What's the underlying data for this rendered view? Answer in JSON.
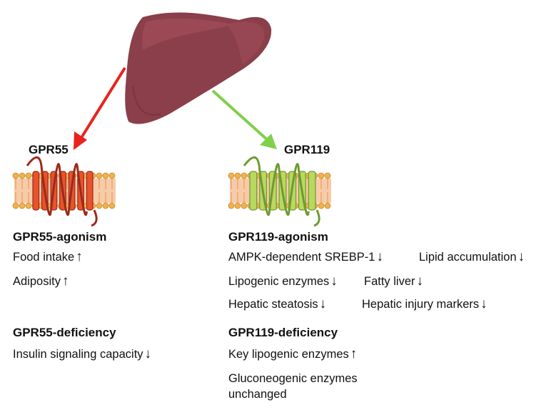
{
  "liver": {
    "icon": "liver-icon",
    "color": "#8a3f4a"
  },
  "gpr55": {
    "receptor_label": "GPR55",
    "arrow_color": "#e8231c",
    "membrane_color": "#f2a060",
    "receptor_color": "#e8532c",
    "agonism": {
      "title": "GPR55-agonism",
      "effects": [
        {
          "text": "Food intake",
          "dir": "↑"
        },
        {
          "text": "Adiposity",
          "dir": "↑"
        }
      ]
    },
    "deficiency": {
      "title": "GPR55-deficiency",
      "effects": [
        {
          "text": "Insulin signaling capacity",
          "dir": "↓"
        }
      ]
    }
  },
  "gpr119": {
    "receptor_label": "GPR119",
    "arrow_color": "#7fd04a",
    "membrane_color": "#f2a060",
    "receptor_color": "#b8d860",
    "agonism": {
      "title": "GPR119-agonism",
      "effects": [
        {
          "text": "AMPK-dependent SREBP-1",
          "dir": "↓"
        },
        {
          "text": "Lipid accumulation",
          "dir": "↓"
        },
        {
          "text": "Lipogenic enzymes",
          "dir": "↓"
        },
        {
          "text": "Fatty liver",
          "dir": "↓"
        },
        {
          "text": "Hepatic steatosis",
          "dir": "↓"
        },
        {
          "text": "Hepatic injury markers",
          "dir": "↓"
        }
      ]
    },
    "deficiency": {
      "title": "GPR119-deficiency",
      "effects": [
        {
          "text": "Key lipogenic enzymes",
          "dir": "↑"
        },
        {
          "text": "Gluconeogenic enzymes",
          "dir": ""
        },
        {
          "text": "unchanged",
          "dir": ""
        }
      ]
    }
  }
}
